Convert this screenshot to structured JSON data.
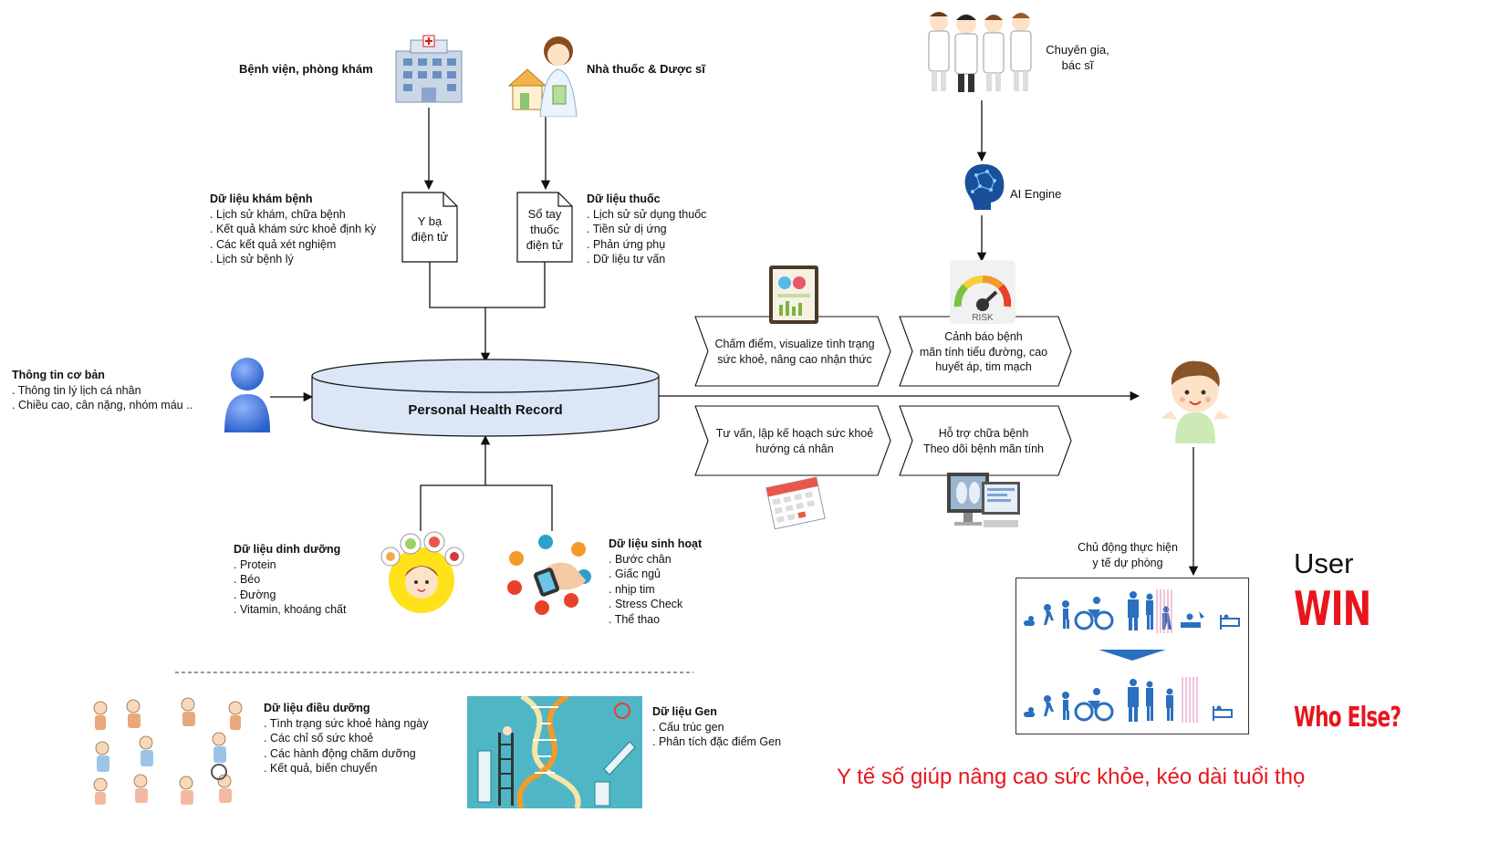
{
  "sources": {
    "hospital": "Bệnh viện, phòng khám",
    "pharmacy": "Nhà thuốc & Dược sĩ",
    "experts": [
      "Chuyên gia,",
      "bác sĩ"
    ],
    "ai": "AI Engine"
  },
  "documents": {
    "medical_record": [
      "Y bạ",
      "điện tử"
    ],
    "drug_book": [
      "Sổ tay",
      "thuốc",
      "điện tử"
    ]
  },
  "medical_data": {
    "title": "Dữ liệu khám bệnh",
    "items": [
      ". Lịch sử khám, chữa bệnh",
      ". Kết quả khám sức khoẻ định kỳ",
      ". Các kết quả xét nghiệm",
      ". Lịch sử bệnh lý"
    ]
  },
  "drug_data": {
    "title": "Dữ liệu thuốc",
    "items": [
      ". Lịch sử sử dụng thuốc",
      ". Tiền sử dị ứng",
      ". Phản ứng phụ",
      ". Dữ liệu tư vấn"
    ]
  },
  "basic_info": {
    "title": "Thông tin cơ bản",
    "items": [
      ". Thông tin lý lịch cá nhân",
      ". Chiều cao, cân nặng, nhóm máu .."
    ]
  },
  "phr": "Personal Health Record",
  "services": {
    "scoring": [
      "Chấm điểm, visualize tình trạng",
      "sức khoẻ, nâng cao nhận thức"
    ],
    "alert": [
      "Cảnh báo bệnh",
      "mãn tính tiểu đường, cao",
      "huyết áp, tim mạch"
    ],
    "advice": [
      "Tư vấn, lập kế hoạch sức khoẻ",
      "hướng cá nhân"
    ],
    "support": [
      "Hỗ trợ chữa bệnh",
      "Theo dõi bệnh mãn tính"
    ]
  },
  "risk_label": "RISK",
  "nutrition": {
    "title": "Dữ liệu dinh dưỡng",
    "items": [
      ". Protein",
      ". Béo",
      ". Đường",
      ". Vitamin, khoáng chất"
    ]
  },
  "lifestyle": {
    "title": "Dữ liệu sinh hoạt",
    "items": [
      ". Bước chân",
      ". Giấc ngủ",
      ". nhịp tim",
      ". Stress Check",
      ". Thể thao"
    ]
  },
  "nursing": {
    "title": "Dữ liệu điều dưỡng",
    "items": [
      ". Tình trạng sức khoẻ hàng ngày",
      ". Các chỉ số sức khoẻ",
      ". Các hành động chăm dưỡng",
      ". Kết quả, biến chuyển"
    ]
  },
  "gene": {
    "title": "Dữ liệu Gen",
    "items": [
      ". Cấu trúc gen",
      ". Phân tích đặc điểm Gen"
    ]
  },
  "prevention": [
    "Chủ động thực hiện",
    "y tế dự phòng"
  ],
  "user": "User",
  "win": "WIN",
  "who_else": "Who Else?",
  "slogan": "Y tế số giúp nâng cao sức khỏe, kéo dài tuổi thọ",
  "colors": {
    "accent_red": "#e8151c",
    "db_fill": "#dbe6f6",
    "person_blue": "#4a7fd8"
  }
}
